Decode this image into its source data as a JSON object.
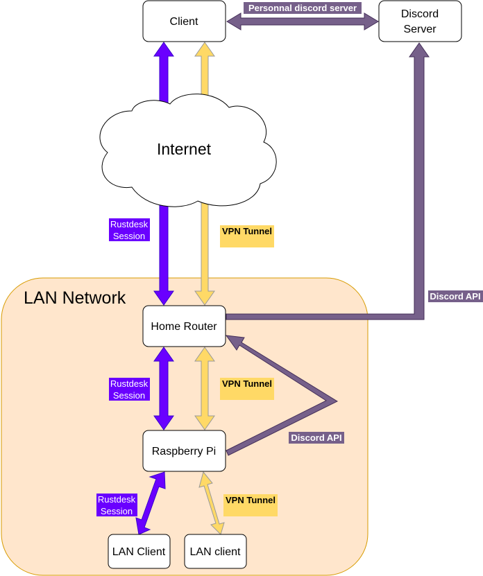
{
  "nodes": {
    "client": "Client",
    "discord_server_line1": "Discord",
    "discord_server_line2": "Server",
    "internet": "Internet",
    "lan_network": "LAN Network",
    "home_router": "Home Router",
    "raspberry_pi": "Raspberry Pi",
    "lan_client_1": "LAN Client",
    "lan_client_2": "LAN client"
  },
  "edge_labels": {
    "personnal_discord_server": "Personnal discord server",
    "discord_api_top": "Discord API",
    "discord_api_lan": "Discord API",
    "rustdesk_top_line1": "Rustdesk",
    "rustdesk_top_line2": "Session",
    "rustdesk_mid_line1": "Rustdesk",
    "rustdesk_mid_line2": "Session",
    "rustdesk_bot_line1": "Rustdesk",
    "rustdesk_bot_line2": "Session",
    "vpn_top": "VPN Tunnel",
    "vpn_mid": "VPN Tunnel",
    "vpn_bot": "VPN Tunnel"
  },
  "colors": {
    "rustdesk": "#6a00ff",
    "rustdesk_stroke": "#3700cc",
    "vpn": "#ffd966",
    "vpn_stroke": "#999999",
    "discord": "#76608a",
    "discord_stroke": "#432d57",
    "lan_fill": "#ffe6cc",
    "lan_stroke": "#d79b00"
  }
}
